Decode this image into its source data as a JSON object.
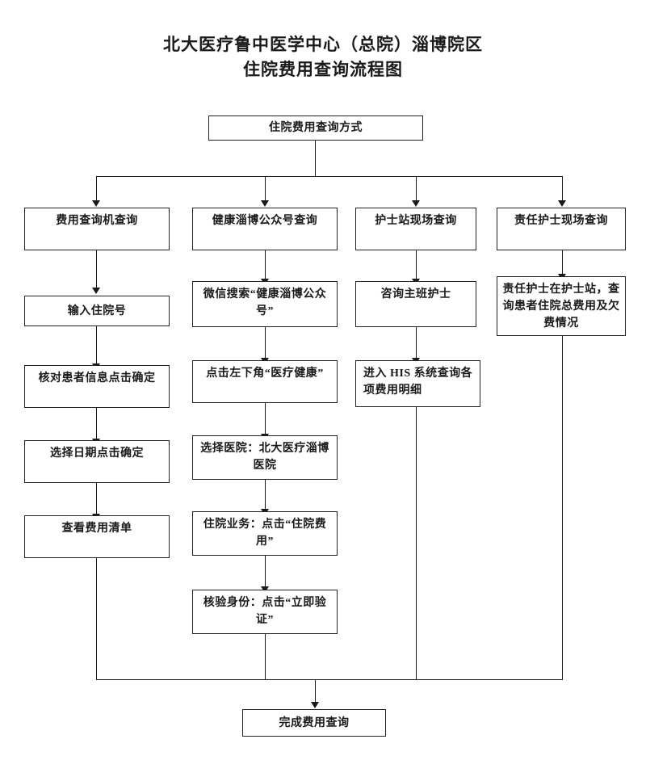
{
  "title": {
    "line1": "北大医疗鲁中医学中心（总院）淄博院区",
    "line2": "住院费用查询流程图"
  },
  "flowchart": {
    "type": "flowchart",
    "orientation": "top-down",
    "root": {
      "id": "root",
      "label": "住院费用查询方式"
    },
    "branches": [
      {
        "id": "branch-1",
        "header": "费用查询机查询",
        "steps": [
          "输入住院号",
          "核对患者信息点击确定",
          "选择日期点击确定",
          "查看费用清单"
        ]
      },
      {
        "id": "branch-2",
        "header": "健康淄博公众号查询",
        "steps": [
          "微信搜索“健康淄博公众号”",
          "点击左下角“医疗健康”",
          "选择医院：北大医疗淄博医院",
          "住院业务：点击“住院费用”",
          "核验身份：点击“立即验证”"
        ]
      },
      {
        "id": "branch-3",
        "header": "护士站现场查询",
        "steps": [
          "咨询主班护士",
          "进入 HIS 系统查询各项费用明细"
        ]
      },
      {
        "id": "branch-4",
        "header": "责任护士现场查询",
        "steps": [
          "责任护士在护士站，查询患者住院总费用及欠费情况"
        ]
      }
    ],
    "terminal": {
      "id": "terminal",
      "label": "完成费用查询"
    },
    "colors": {
      "line": "#1a1a1a",
      "border": "#222222",
      "background": "#ffffff",
      "text": "#1a1a1a"
    }
  }
}
